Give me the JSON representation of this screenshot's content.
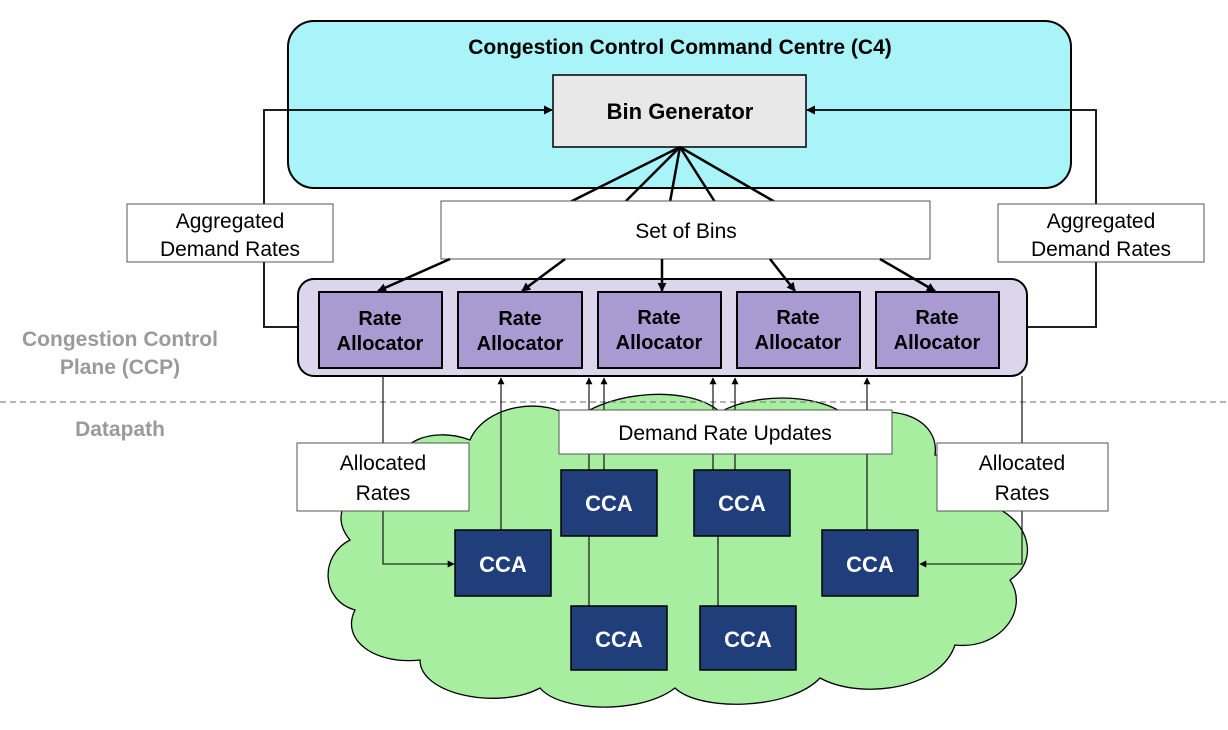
{
  "c4": {
    "title": "Congestion Control Command Centre (C4)",
    "fill": "#a8f4f8"
  },
  "bin_generator": {
    "label": "Bin Generator",
    "fill": "#e8e8e8"
  },
  "set_of_bins": {
    "label": "Set of Bins"
  },
  "aggregated_demand_left": {
    "line1": "Aggregated",
    "line2": "Demand Rates"
  },
  "aggregated_demand_right": {
    "line1": "Aggregated",
    "line2": "Demand Rates"
  },
  "ccp": {
    "label_line1": "Congestion Control",
    "label_line2": "Plane (CCP)",
    "fill": "#dcd6ec",
    "rate_allocators": [
      {
        "line1": "Rate",
        "line2": "Allocator"
      },
      {
        "line1": "Rate",
        "line2": "Allocator"
      },
      {
        "line1": "Rate",
        "line2": "Allocator"
      },
      {
        "line1": "Rate",
        "line2": "Allocator"
      },
      {
        "line1": "Rate",
        "line2": "Allocator"
      }
    ],
    "allocator_fill": "#a99bd2"
  },
  "datapath": {
    "label": "Datapath",
    "cloud_fill": "#a8eea0"
  },
  "demand_rate_updates": {
    "label": "Demand Rate Updates"
  },
  "allocated_rates_left": {
    "line1": "Allocated",
    "line2": "Rates"
  },
  "allocated_rates_right": {
    "line1": "Allocated",
    "line2": "Rates"
  },
  "cca_nodes": [
    {
      "label": "CCA"
    },
    {
      "label": "CCA"
    },
    {
      "label": "CCA"
    },
    {
      "label": "CCA"
    },
    {
      "label": "CCA"
    },
    {
      "label": "CCA"
    }
  ],
  "cca_fill": "#1f3e7a"
}
